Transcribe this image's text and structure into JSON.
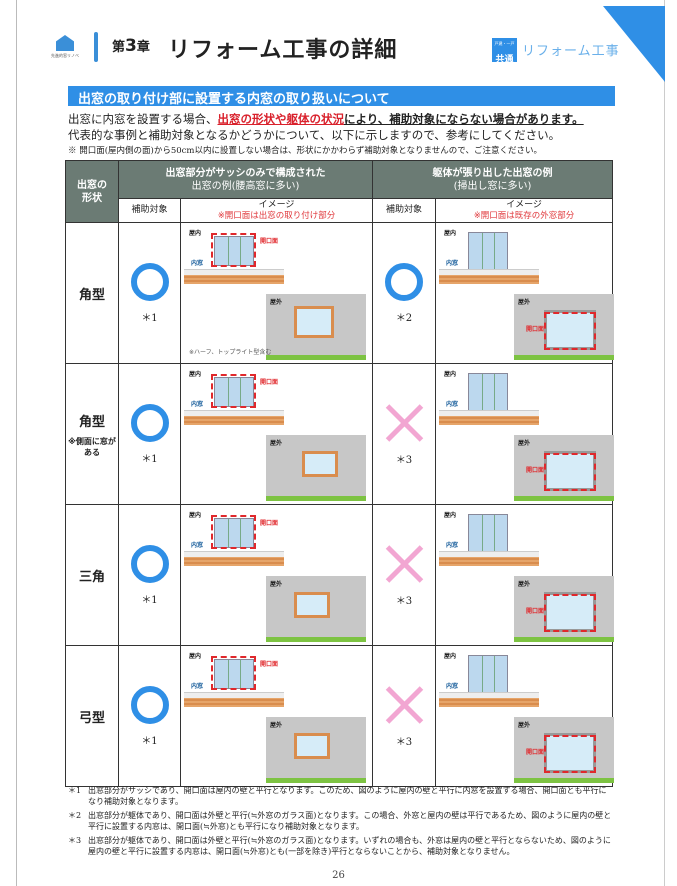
{
  "header": {
    "logo_text": "先進的窓リノベ",
    "chapter_prefix": "第",
    "chapter_num": "3",
    "chapter_suffix": "章",
    "title": "リフォーム工事の詳細",
    "badge_small": "戸建・一戸",
    "badge_label": "共通",
    "category": "リフォーム工事"
  },
  "section": {
    "title": "出窓の取り付け部に設置する内窓の取り扱いについて",
    "intro_a": "出窓に内窓を設置する場合、",
    "intro_red": "出窓の形状や躯体の状況",
    "intro_bold": "により、補助対象にならない場合があります。",
    "intro_2": "代表的な事例と補助対象となるかどうかについて、以下に示しますので、参考にしてください。",
    "note": "※ 開口面(屋内側の面)から50cm以内に設置しない場合は、形状にかかわらず補助対象となりませんので、ご注意ください。"
  },
  "table": {
    "col_shape": "出窓の形状",
    "group1_title": "出窓部分がサッシのみで構成された",
    "group1_sub": "出窓の例(腰高窓に多い)",
    "group2_title": "躯体が張り出した出窓の例",
    "group2_sub": "(掃出し窓に多い)",
    "aid": "補助対象",
    "image": "イメージ",
    "image1_note": "※開口面は出窓の取り付け部分",
    "image2_note": "※開口面は既存の外窓部分",
    "labels": {
      "indoor": "屋内",
      "outdoor": "屋外",
      "inner": "内窓",
      "opening": "開口面"
    },
    "rows": [
      {
        "shape": "角型",
        "shape_note": "",
        "aid1": "circle",
        "ref1": "＊1",
        "aid2": "circle",
        "ref2": "＊2",
        "img_note": "※ハーフ、トップライト型含む"
      },
      {
        "shape": "角型",
        "shape_note": "※側面に窓がある",
        "aid1": "circle",
        "ref1": "＊1",
        "aid2": "cross",
        "ref2": "＊3",
        "img_note": ""
      },
      {
        "shape": "三角",
        "shape_note": "",
        "aid1": "circle",
        "ref1": "＊1",
        "aid2": "cross",
        "ref2": "＊3",
        "img_note": ""
      },
      {
        "shape": "弓型",
        "shape_note": "",
        "aid1": "circle",
        "ref1": "＊1",
        "aid2": "cross",
        "ref2": "＊3",
        "img_note": ""
      }
    ]
  },
  "footnotes": [
    {
      "key": "＊1",
      "text": "出窓部分がサッシであり、開口面は屋内の壁と平行となります。このため、図のように屋内の壁と平行に内窓を設置する場合、開口面とも平行になり補助対象となります。"
    },
    {
      "key": "＊2",
      "text": "出窓部分が躯体であり、開口面は外壁と平行(≒外窓のガラス面)となります。この場合、外窓と屋内の壁は平行であるため、図のように屋内の壁と平行に設置する内窓は、開口面(≒外窓)とも平行になり補助対象となります。"
    },
    {
      "key": "＊3",
      "text": "出窓部分が躯体であり、開口面は外壁と平行(≒外窓のガラス面)となります。いずれの場合も、外窓は屋内の壁と平行とならないため、図のように屋内の壁と平行に設置する内窓は、開口面(≒外窓)とも(一部を除き)平行とならないことから、補助対象となりません。"
    }
  ],
  "page_number": "26"
}
